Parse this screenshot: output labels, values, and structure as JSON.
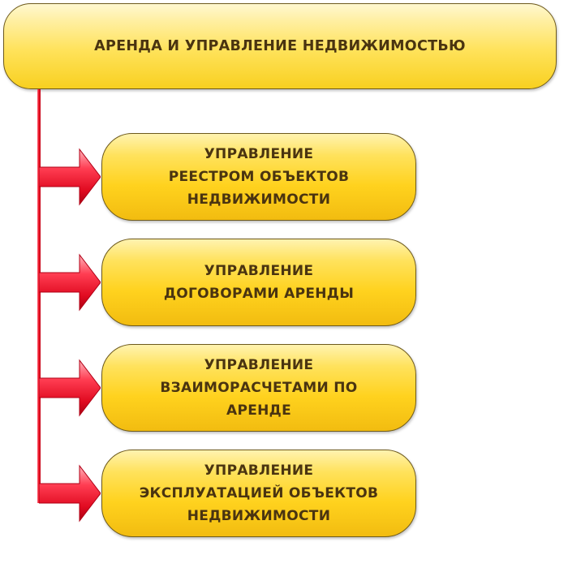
{
  "root": {
    "label": "АРЕНДА И УПРАВЛЕНИЕ НЕДВИЖИМОСТЬЮ"
  },
  "children": [
    {
      "label": "УПРАВЛЕНИЕ\nРЕЕСТРОМ ОБЪЕКТОВ\nНЕДВИЖИМОСТИ"
    },
    {
      "label": "УПРАВЛЕНИЕ\nДОГОВОРАМИ АРЕНДЫ"
    },
    {
      "label": "УПРАВЛЕНИЕ\nВЗАИМОРАСЧЕТАМИ ПО\nАРЕНДЕ"
    },
    {
      "label": "УПРАВЛЕНИЕ\nЭКСПЛУАТАЦИЕЙ ОБЪЕКТОВ\nНЕДВИЖИМОСТИ"
    }
  ],
  "colors": {
    "box_fill": "#ffd21e",
    "box_border": "#6e5a1c",
    "text": "#4a3410",
    "connector": "#e80c22"
  }
}
